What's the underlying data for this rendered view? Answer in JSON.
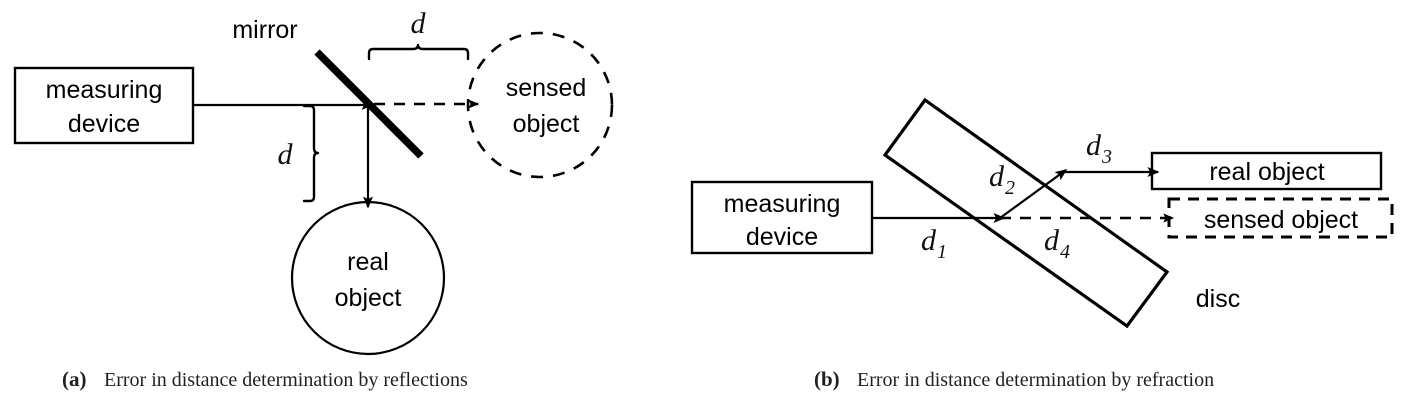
{
  "figure": {
    "panels": [
      {
        "id": "a",
        "caption_marker": "(a)",
        "caption_text": "Error in distance determination by reflections",
        "labels": {
          "mirror": "mirror",
          "measuring_device_line1": "measuring",
          "measuring_device_line2": "device",
          "sensed_object_line1": "sensed",
          "sensed_object_line2": "object",
          "real_object_line1": "real",
          "real_object_line2": "object",
          "distance_horizontal": "d",
          "distance_vertical": "d"
        }
      },
      {
        "id": "b",
        "caption_marker": "(b)",
        "caption_text": "Error in distance determination by refraction",
        "labels": {
          "measuring_device_line1": "measuring",
          "measuring_device_line2": "device",
          "real_object": "real object",
          "sensed_object": "sensed object",
          "disc": "disc",
          "d1": "d",
          "d1_sub": "1",
          "d2": "d",
          "d2_sub": "2",
          "d3": "d",
          "d3_sub": "3",
          "d4": "d",
          "d4_sub": "4"
        }
      }
    ],
    "colors": {
      "stroke": "#000000",
      "background": "#ffffff",
      "caption": "#231f20"
    }
  }
}
